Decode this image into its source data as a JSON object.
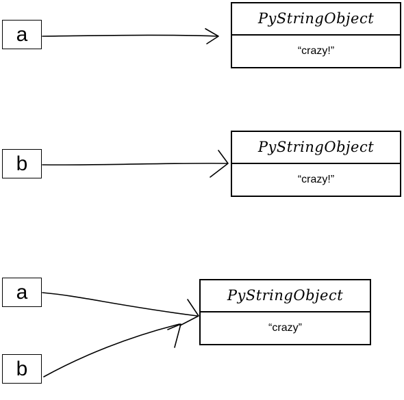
{
  "diagram_1": {
    "variable": "a",
    "object": {
      "type": "PyStringObject",
      "value": "“crazy!”"
    }
  },
  "diagram_2": {
    "variable": "b",
    "object": {
      "type": "PyStringObject",
      "value": "“crazy!”"
    }
  },
  "diagram_3": {
    "variable_a": "a",
    "variable_b": "b",
    "object": {
      "type": "PyStringObject",
      "value": "“crazy”"
    }
  }
}
